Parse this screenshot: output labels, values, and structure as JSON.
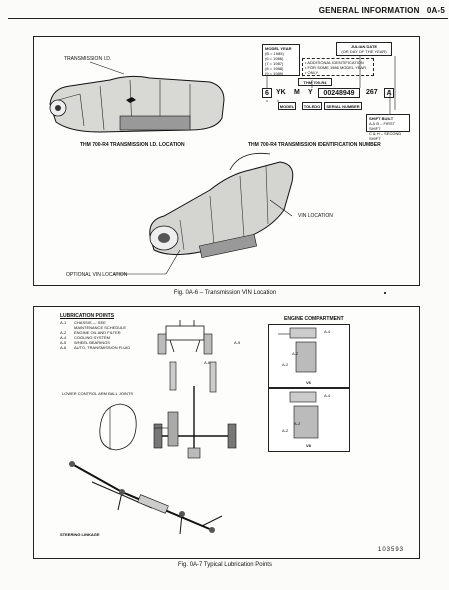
{
  "header": {
    "title": "GENERAL INFORMATION",
    "page": "0A-5"
  },
  "fig1": {
    "label_transmission_id": "TRANSMISSION I.D.",
    "caption_left": "THM 700-R4  TRANSMISSION I.D. LOCATION",
    "caption_right": "THM 700-R4  TRANSMISSION IDENTIFICATION NUMBER",
    "model_year_box": [
      "MODEL YEAR",
      "(B = 1985)",
      "(6 = 1986)",
      "(7 = 1987)",
      "(8 = 1988)",
      "(9 = 1989)"
    ],
    "julian_box": [
      "JULIAN DATE",
      "(OR DAY OF THE YEAR)"
    ],
    "additional_box": [
      "• ADDITIONAL IDENTIFICATION",
      "• FOR SOME 1986 MODEL YEAR",
      "• ONLY"
    ],
    "thm_label": "THM 700-R4",
    "id_number": [
      "6",
      "YK",
      "M",
      "Y",
      "00248949",
      "267",
      "A"
    ],
    "model_label": "MODEL",
    "plant_label": "TOLEDO",
    "serial_label": "SERIAL NUMBER",
    "shift_box": [
      "SHIFT BUILT",
      "A & B – FIRST SHIFT",
      "C & H – SECOND SHIFT"
    ],
    "vin_location": "VIN LOCATION",
    "optional_vin": "OPTIONAL VIN LOCATION",
    "figure_caption": "Fig. 0A-6 – Transmission VIN Location"
  },
  "fig2": {
    "title": "LUBRICATION POINTS",
    "items": [
      {
        "code": "A-1",
        "text": "CHASSIS — SEE"
      },
      {
        "code": "",
        "text": "MAINTENANCE SCHEDULE"
      },
      {
        "code": "A-2",
        "text": "ENGINE OIL AND FILTER"
      },
      {
        "code": "A-4",
        "text": "COOLING SYSTEM"
      },
      {
        "code": "A-5",
        "text": "WHEEL BEARINGS"
      },
      {
        "code": "A-6",
        "text": "AUTO. TRANSMISSION FLUID"
      }
    ],
    "engine_compartment": "ENGINE COMPARTMENT",
    "v6_label": "V6",
    "v8_label": "V8",
    "a4": "A-4",
    "a2": "A-2",
    "a5": "A-5",
    "a6": "A-6",
    "lower_control_arm": "LOWER CONTROL ARM BALL JOINTS",
    "steering_linkage": "STEERING LINKAGE",
    "ref_number": "103593",
    "figure_caption": "Fig. 0A-7 Typical Lubrication Points"
  }
}
